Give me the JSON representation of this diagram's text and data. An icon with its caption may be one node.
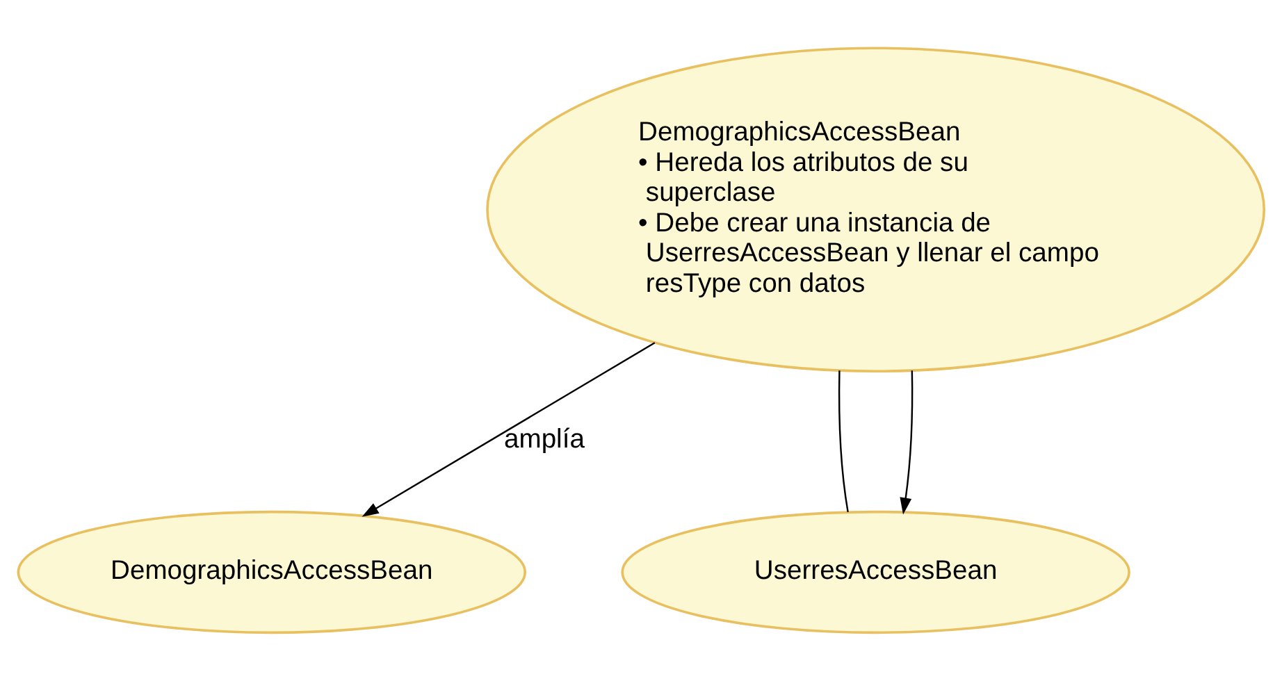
{
  "diagram": {
    "nodes": [
      {
        "text": [
          "DemographicsAccessBean"
        ]
      },
      {
        "text": [
          "UserresAccessBean"
        ]
      },
      {
        "text": [
          "DemographicsAccessBean",
          "• Hereda los atributos de su superclase",
          "• Debe crear una instancia de UserresAccessBean y llenar el campo resType con datos"
        ]
      }
    ],
    "edges": [
      {
        "from": 2,
        "to": 0,
        "arrow": "to",
        "label": "amplía"
      },
      {
        "from": 1,
        "to": 2,
        "arrow": "none"
      },
      {
        "from": 2,
        "to": 1,
        "arrow": "to"
      }
    ]
  }
}
